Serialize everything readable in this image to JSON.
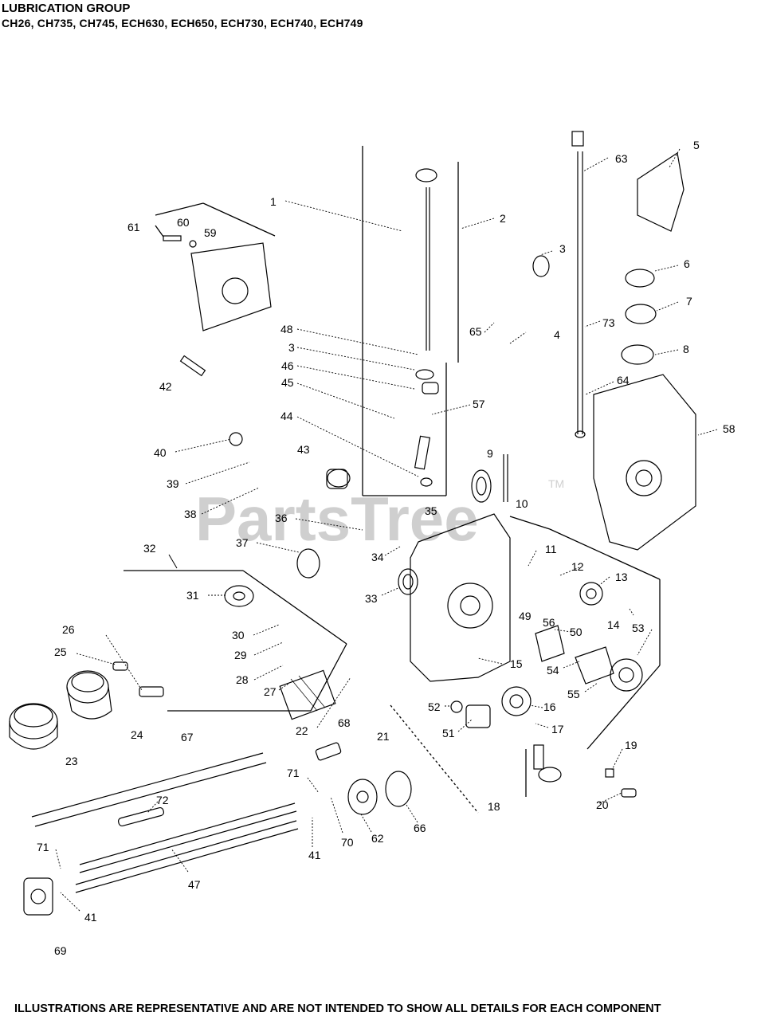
{
  "header": {
    "title": "LUBRICATION GROUP",
    "models": "CH26, CH735, CH745, ECH630,  ECH650,  ECH730, ECH740, ECH749"
  },
  "footer": {
    "disclaimer": "ILLUSTRATIONS ARE REPRESENTATIVE AND ARE NOT INTENDED TO SHOW ALL DETAILS FOR EACH COMPONENT"
  },
  "watermark": {
    "text": "PartsTree",
    "trademark": "TM"
  },
  "callouts": [
    "1",
    "2",
    "3",
    "3",
    "4",
    "5",
    "6",
    "7",
    "8",
    "9",
    "10",
    "11",
    "12",
    "13",
    "14",
    "15",
    "16",
    "17",
    "18",
    "19",
    "20",
    "21",
    "22",
    "23",
    "24",
    "25",
    "26",
    "27",
    "28",
    "29",
    "30",
    "31",
    "32",
    "33",
    "34",
    "35",
    "36",
    "37",
    "38",
    "39",
    "40",
    "41",
    "41",
    "42",
    "43",
    "44",
    "45",
    "46",
    "47",
    "48",
    "49",
    "50",
    "51",
    "52",
    "53",
    "54",
    "55",
    "56",
    "57",
    "58",
    "59",
    "60",
    "61",
    "62",
    "63",
    "64",
    "65",
    "66",
    "67",
    "68",
    "69",
    "70",
    "71",
    "71",
    "72",
    "73"
  ]
}
